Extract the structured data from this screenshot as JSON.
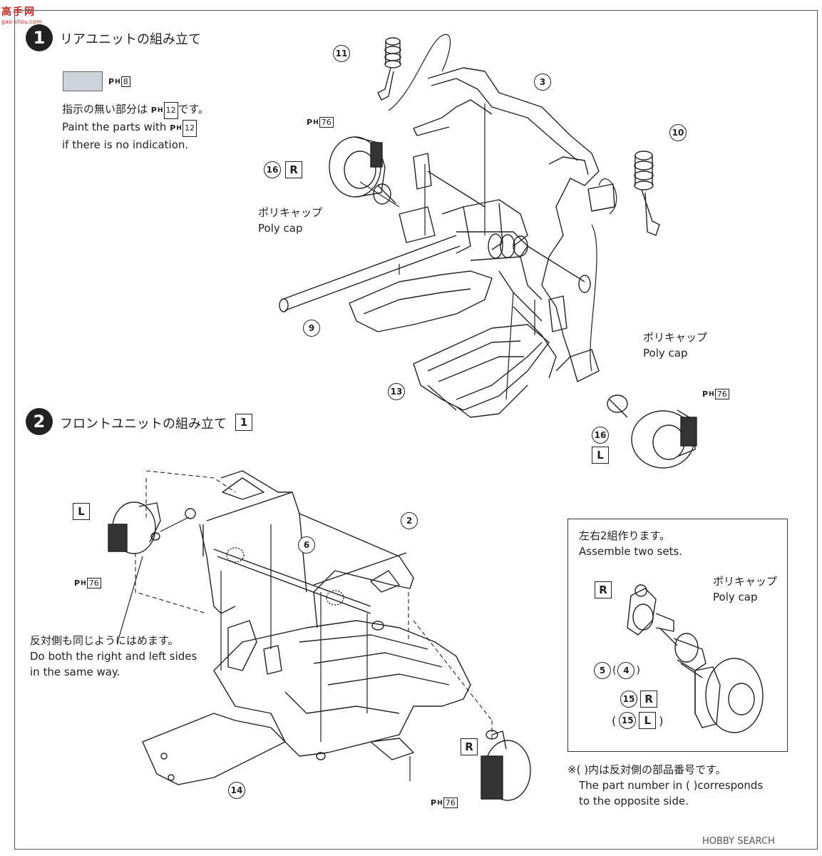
{
  "watermark": {
    "logo": "高手网",
    "domain": "gao-shou.com",
    "search": "HOBBY SEARCH"
  },
  "step1": {
    "number": "1",
    "title": "リアユニットの組み立て",
    "paint_code": "8",
    "note_jp_pre": "指示の無い部分は",
    "note_jp_code": "12",
    "note_jp_post": "です。",
    "note_en1": "Paint the parts with",
    "note_en1_code": "12",
    "note_en2": "if there is no indication.",
    "parts": {
      "p11": "11",
      "p3": "3",
      "p10": "10",
      "p16r": "16",
      "p16l": "16",
      "p9": "9",
      "p13": "13"
    },
    "poly_cap_jp": "ポリキャップ",
    "poly_cap_en": "Poly cap",
    "paint_76": "76",
    "R": "R",
    "L": "L"
  },
  "step2": {
    "number": "2",
    "title": "フロントユニットの組み立て",
    "ref": "1",
    "parts": {
      "p6": "6",
      "p2": "2",
      "p14": "14"
    },
    "L": "L",
    "R": "R",
    "paint_76": "76",
    "both_jp": "反対側も同じようにはめます。",
    "both_en1": "Do both the right and left sides",
    "both_en2": "in the same way."
  },
  "inset": {
    "jp": "左右2組作ります。",
    "en": "Assemble two sets.",
    "poly_cap_jp": "ポリキャップ",
    "poly_cap_en": "Poly cap",
    "R": "R",
    "L": "L",
    "p5": "5",
    "p4": "4",
    "p15": "15"
  },
  "footnote": {
    "jp": "※(      )内は反対側の部品番号です。",
    "en1": "The part number in (   )corresponds",
    "en2": "to the opposite side."
  },
  "paint_prefix": "P",
  "paint_sub": "H"
}
